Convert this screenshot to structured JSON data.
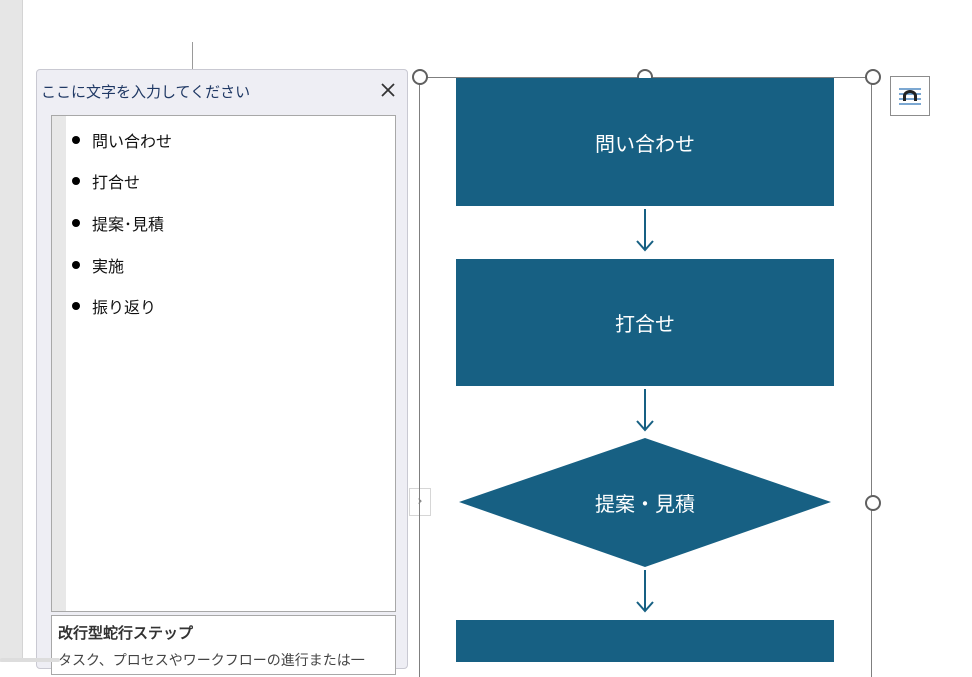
{
  "text_pane": {
    "title": "ここに文字を入力してください",
    "close_icon": "close-icon",
    "items": [
      {
        "label": "問い合わせ"
      },
      {
        "label": "打合せ"
      },
      {
        "label": "提案･見積"
      },
      {
        "label": "実施"
      },
      {
        "label": "振り返り"
      }
    ],
    "description_title": "改行型蛇行ステップ",
    "description_text": "タスク、プロセスやワークフローの進行または一"
  },
  "expand_icon": "chevron-right-icon",
  "layout_options_icon": "layout-options-icon",
  "diagram": {
    "steps": [
      {
        "label": "問い合わせ",
        "shape": "rectangle"
      },
      {
        "label": "打合せ",
        "shape": "rectangle"
      },
      {
        "label": "提案・見積",
        "shape": "diamond"
      },
      {
        "label": "",
        "shape": "rectangle"
      }
    ],
    "colors": {
      "shape_fill": "#176083",
      "shape_text": "#ffffff",
      "arrow": "#176083"
    }
  }
}
